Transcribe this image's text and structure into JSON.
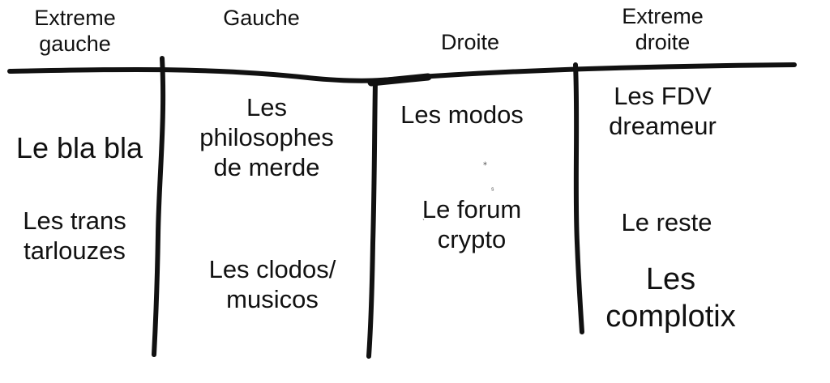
{
  "headers": {
    "col1": "Extreme\ngauche",
    "col2": "Gauche",
    "col3": "Droite",
    "col4": "Extreme\ndroite"
  },
  "col1": {
    "item1": "Le bla bla",
    "item2": "Les trans\ntarlouzes"
  },
  "col2": {
    "item1": "Les\nphilosophes\nde merde",
    "item2": "Les clodos/\nmusicos"
  },
  "col3": {
    "item1": "Les modos",
    "item2": "Le forum\ncrypto"
  },
  "col4": {
    "item1": "Les FDV\ndreameur",
    "item2": "Le reste",
    "item3": "Les\ncomplotix"
  },
  "colors": {
    "ink": "#111111",
    "background": "#ffffff"
  }
}
